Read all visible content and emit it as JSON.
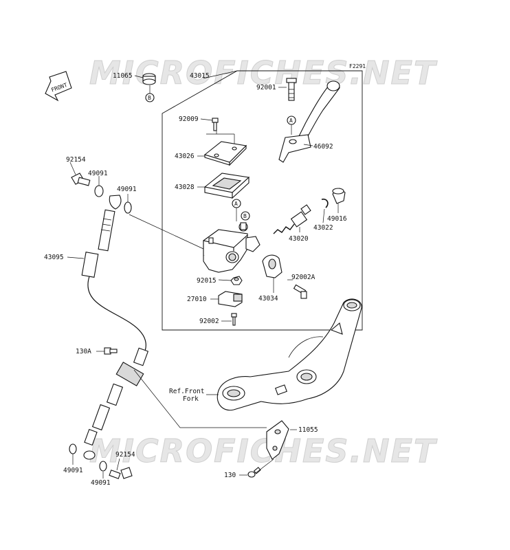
{
  "diagram": {
    "figure_code": "F2291",
    "watermarks": [
      "MICROFICHES.NET",
      "MICROFICHES.NET"
    ],
    "front_arrow_label": "FRONT",
    "ref_note": [
      "Ref.Front",
      "Fork"
    ],
    "callouts": {
      "A": "A",
      "B": "B"
    },
    "part_labels": {
      "p11065": "11065",
      "p43015": "43015",
      "p92001": "92001",
      "p92009": "92009",
      "p46092": "46092",
      "p43026": "43026",
      "p92154_top": "92154",
      "p49091_a": "49091",
      "p49091_b": "49091",
      "p43028": "43028",
      "p49016": "49016",
      "p43022": "43022",
      "p43020": "43020",
      "p43095": "43095",
      "p92015": "92015",
      "p92002A": "92002A",
      "p27010": "27010",
      "p43034": "43034",
      "p92002": "92002",
      "p130A": "130A",
      "p11055": "11055",
      "p49091_c": "49091",
      "p92154_bottom": "92154",
      "p49091_d": "49091",
      "p130": "130"
    }
  }
}
